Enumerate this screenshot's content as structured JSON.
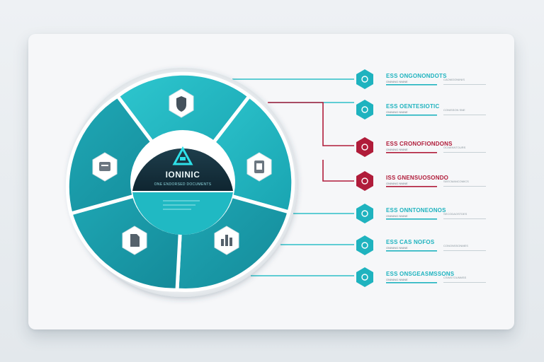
{
  "diagram": {
    "center": {
      "title": "IONINIC",
      "subtitle": "ONE ENDORSED DOCUMENTS"
    },
    "segment_icons": [
      "shield-icon",
      "tag-icon",
      "tablet-icon",
      "chart-icon",
      "document-icon"
    ],
    "rows": [
      {
        "title": "ESS ONGONONDOTS",
        "subtitle": "ONINING NNINE",
        "right": "CAOMOONIINIS",
        "color": "#1fb3bf",
        "accent": "teal",
        "icon": "circle-icon"
      },
      {
        "title": "ESS OENTESIOTIC",
        "subtitle": "ONINING NNINE",
        "right": "CONISSON SNE",
        "color": "#1fb3bf",
        "accent": "teal",
        "icon": "cup-icon"
      },
      {
        "title": "ESS CRONOFIONDONS",
        "subtitle": "ONINING NNINE",
        "right": "OCNENNTOURS",
        "color": "#b01c3a",
        "accent": "red",
        "icon": "document-icon"
      },
      {
        "title": "ISS GNENSUOSONDO",
        "subtitle": "ONINING NNINE",
        "right": "SEECMANCOMICS",
        "color": "#b01c3a",
        "accent": "red",
        "icon": "note-icon"
      },
      {
        "title": "ESS ONNTONEONOS",
        "subtitle": "ONINING NNINE",
        "right": "SECODAOSTDES",
        "color": "#1fb3bf",
        "accent": "teal",
        "icon": "gear-icon"
      },
      {
        "title": "ESS  CAS NOFOS",
        "subtitle": "ONINING NNINE",
        "right": "CONONSSONMES",
        "color": "#1fb3bf",
        "accent": "teal",
        "icon": "target-icon"
      },
      {
        "title": "ESS ONSGEASMSSONS",
        "subtitle": "ONINING NNINE",
        "right": "CSINSTOUNMSS",
        "color": "#1fb3bf",
        "accent": "teal",
        "icon": "chip-icon"
      }
    ]
  }
}
